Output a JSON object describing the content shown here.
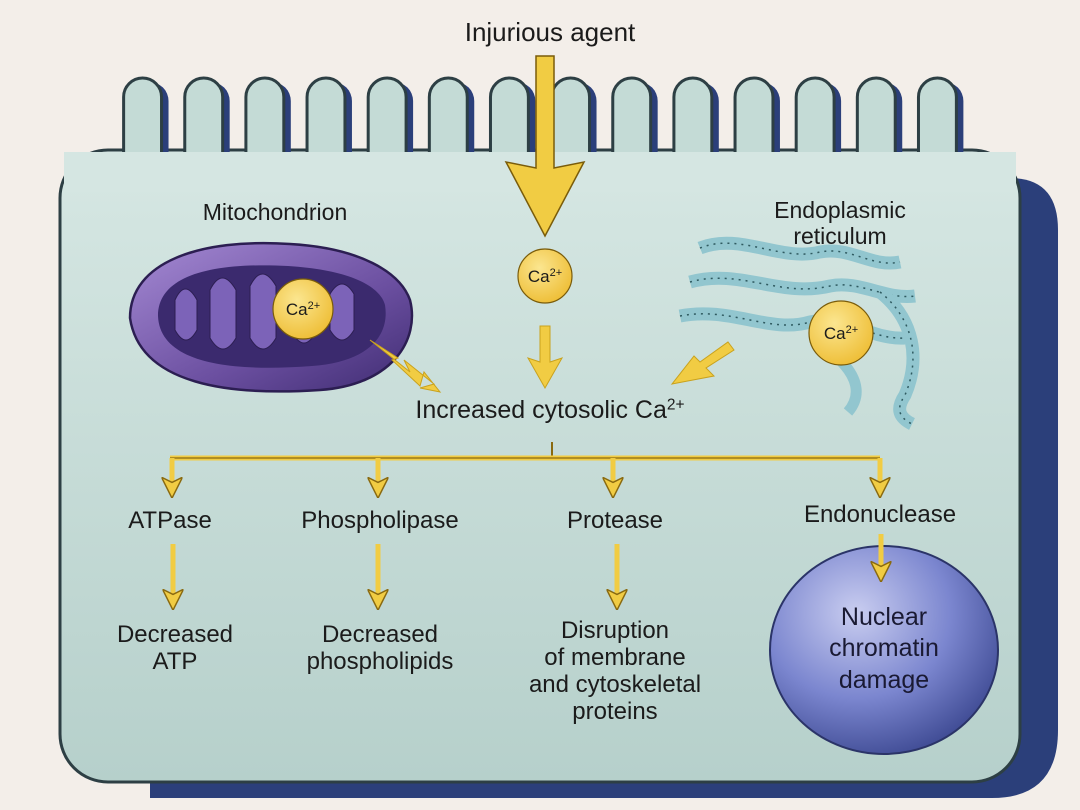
{
  "agent_label": "Injurious agent",
  "organelles": {
    "mitochondrion": "Mitochondrion",
    "er_line1": "Endoplasmic",
    "er_line2": "reticulum"
  },
  "calcium": {
    "base": "Ca",
    "charge": "2+"
  },
  "central": {
    "text": "Increased cytosolic Ca",
    "charge": "2+"
  },
  "enzymes": [
    "ATPase",
    "Phospholipase",
    "Protease",
    "Endonuclease"
  ],
  "effects": {
    "atp": [
      "Decreased",
      "ATP"
    ],
    "phospholipids": [
      "Decreased",
      "phospholipids"
    ],
    "membrane": [
      "Disruption",
      "of membrane",
      "and cytoskeletal",
      "proteins"
    ],
    "nuclear": [
      "Nuclear",
      "chromatin",
      "damage"
    ]
  },
  "colors": {
    "cell_fill": "#c4dbd6",
    "cell_shadow": "#2b3f7a",
    "membrane_stroke": "#2d3f44",
    "mitochondrion": "#6a4f9e",
    "er": "#92c6cf",
    "calcium": "#f3cf4a",
    "arrow": "#f1cc43",
    "nucleus": "#5a68b8"
  }
}
